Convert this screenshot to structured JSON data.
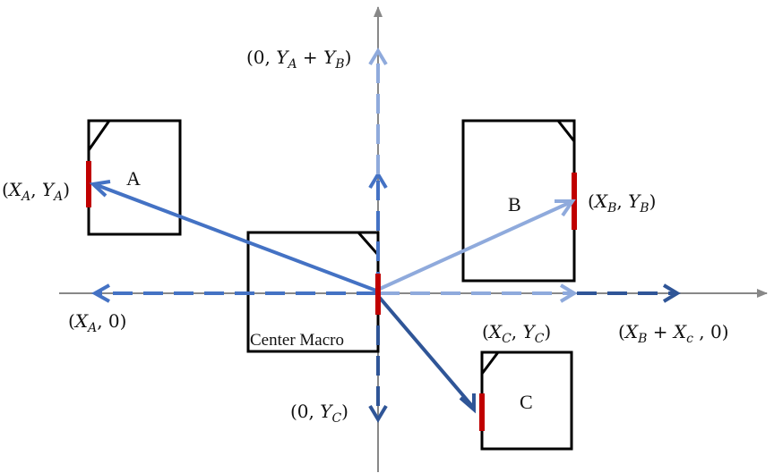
{
  "macros": {
    "a": {
      "label": "A"
    },
    "b": {
      "label": "B"
    },
    "c": {
      "label": "C"
    },
    "center": {
      "label": "Center Macro"
    }
  },
  "coordinates": {
    "a_point": {
      "open": "(",
      "x": "X",
      "x_sub": "A",
      "sep": ", ",
      "y": "Y",
      "y_sub": "A",
      "close": ")"
    },
    "b_point": {
      "open": "(",
      "x": "X",
      "x_sub": "B",
      "sep": ", ",
      "y": "Y",
      "y_sub": "B",
      "close": ")"
    },
    "c_point": {
      "open": "(",
      "x": "X",
      "x_sub": "C",
      "sep": ", ",
      "y": "Y",
      "y_sub": "C",
      "close": ")"
    },
    "a_x_axis": {
      "open": "(",
      "x": "X",
      "x_sub": "A",
      "rest": ", 0)"
    },
    "bc_x_axis": {
      "open": "(",
      "x": "X",
      "x_sub": "B",
      "plus": " + ",
      "x2": "X",
      "x2_sub": "c",
      "rest": " , 0)"
    },
    "ab_y_axis": {
      "open": "(0, ",
      "y": "Y",
      "y_sub": "A",
      "plus": " + ",
      "y2": "Y",
      "y2_sub": "B",
      "close": ")"
    },
    "c_y_axis": {
      "open": "(0, ",
      "y": "Y",
      "y_sub": "C",
      "close": ")"
    }
  },
  "colors": {
    "axis": "#888888",
    "arrow_a": "#4472C4",
    "arrow_b": "#8FAADC",
    "arrow_c": "#2F5597",
    "pin": "#C00000",
    "outline": "#000000"
  }
}
